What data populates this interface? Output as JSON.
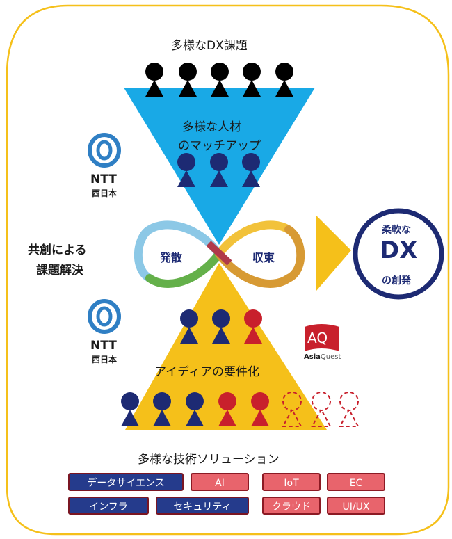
{
  "title": "多様なDX課題",
  "matching": {
    "line1": "多様な人材",
    "line2": "のマッチアップ"
  },
  "co_creation": {
    "line1": "共創による",
    "line2": "課題解決"
  },
  "diverge": "発散",
  "converge": "収束",
  "result": {
    "top": "柔軟な",
    "main": "DX",
    "bottom": "の創発"
  },
  "requirement": "アイディアの要件化",
  "solutions_title": "多様な技術ソリューション",
  "ntt": {
    "name": "NTT",
    "sub": "西日本"
  },
  "asiaquest": {
    "mark": "AQ",
    "name_bold": "Asia",
    "name_rest": "Quest"
  },
  "solutions": [
    {
      "label": "データサイエンス",
      "kind": "navy"
    },
    {
      "label": "AI",
      "kind": "red"
    },
    {
      "label": "IoT",
      "kind": "red"
    },
    {
      "label": "EC",
      "kind": "red"
    },
    {
      "label": "インフラ",
      "kind": "navy"
    },
    {
      "label": "セキュリティ",
      "kind": "navy"
    },
    {
      "label": "クラウド",
      "kind": "red"
    },
    {
      "label": "UI/UX",
      "kind": "red"
    }
  ],
  "colors": {
    "frame": "#f5c01a",
    "funnel": "#19a9e6",
    "pyramid": "#f5c01a",
    "navy": "#1d2a73",
    "red": "#c8202c",
    "tag_red": "#e8646c",
    "ntt_blue": "#2f7fc4"
  }
}
